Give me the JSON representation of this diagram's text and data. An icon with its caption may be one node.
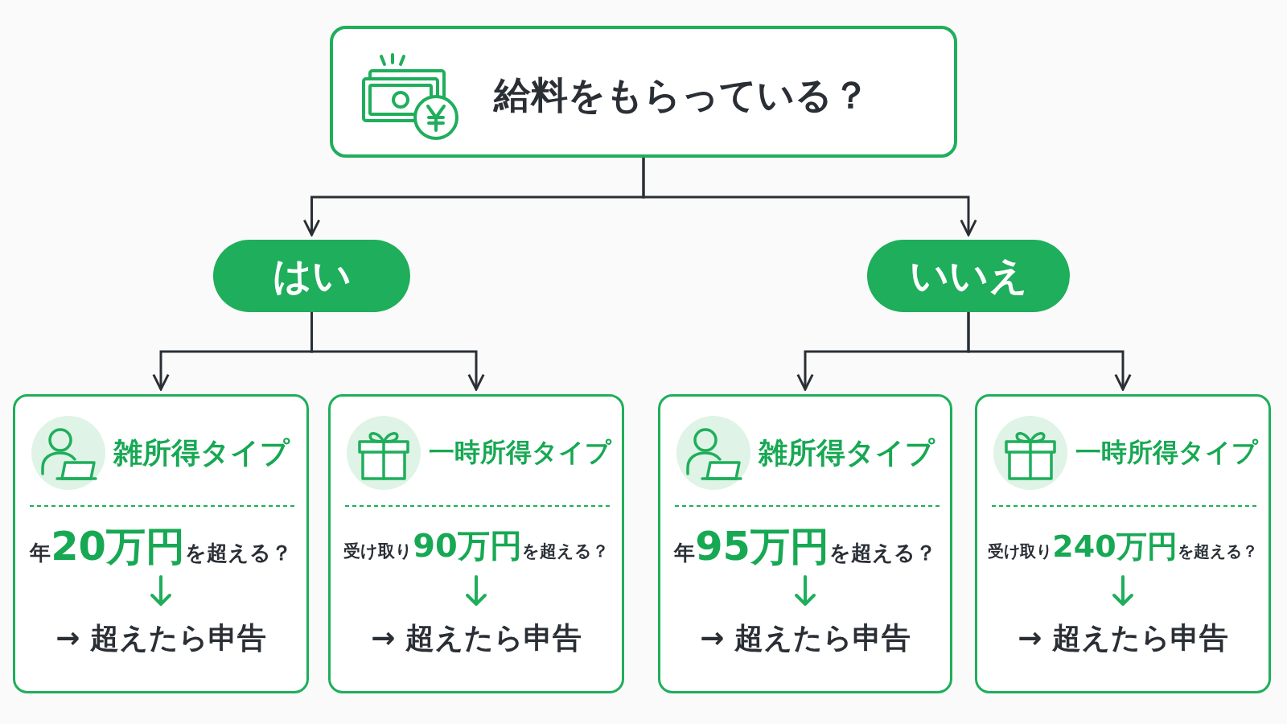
{
  "diagram": {
    "nodes": [
      {
        "text": [
          "給料をもらっている？"
        ]
      },
      {
        "text": [
          "はい"
        ]
      },
      {
        "text": [
          "いいえ"
        ]
      },
      {
        "text": [
          "雑所得タイプ",
          "年**20万円**を超える？",
          "→ 超えたら申告"
        ]
      },
      {
        "text": [
          "一時所得タイプ",
          "受け取り**90万円**を超える？",
          "→ 超えたら申告"
        ]
      },
      {
        "text": [
          "雑所得タイプ",
          "年**95万円**を超える？",
          "→ 超えたら申告"
        ]
      },
      {
        "text": [
          "一時所得タイプ",
          "受け取り**240万円**を超える？",
          "→ 超えたら申告"
        ]
      }
    ],
    "edges": [
      {
        "from": 0,
        "to": 1,
        "arrow": "to"
      },
      {
        "from": 0,
        "to": 2,
        "arrow": "to"
      },
      {
        "from": 1,
        "to": 3,
        "arrow": "to"
      },
      {
        "from": 1,
        "to": 4,
        "arrow": "to"
      },
      {
        "from": 2,
        "to": 5,
        "arrow": "to"
      },
      {
        "from": 2,
        "to": 6,
        "arrow": "to"
      }
    ]
  }
}
